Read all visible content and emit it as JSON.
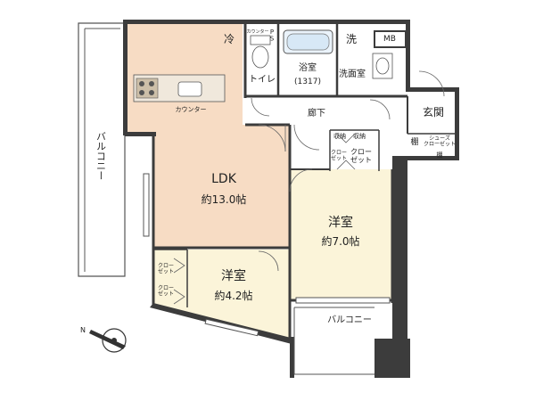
{
  "plan": {
    "rooms": {
      "ldk": {
        "name": "LDK",
        "size": "約13.0帖"
      },
      "western_a": {
        "name": "洋室",
        "size": "約7.0帖"
      },
      "western_b": {
        "name": "洋室",
        "size": "約4.2帖"
      },
      "bath": {
        "name": "浴室",
        "size": "(1317)"
      },
      "toilet": {
        "name": "トイレ"
      },
      "washroom": {
        "name": "洗面室"
      },
      "hallway": {
        "name": "廊下"
      },
      "entrance": {
        "name": "玄関"
      }
    },
    "labels": {
      "balcony_left": "バルコニー",
      "balcony_bottom": "バルコニー",
      "fridge": "冷",
      "washer": "洗",
      "mb": "MB",
      "ps": "P\nS",
      "counter_kitchen": "カウンター",
      "counter_toilet": "カウンター",
      "storage": "収納",
      "storage2": "収納",
      "closet_a": "クロー\nゼット",
      "closet_small": "クロー\nゼット",
      "closet_b1": "クロー\nゼット",
      "closet_b2": "クロー\nゼット",
      "shelf_left": "棚",
      "shelf_bottom": "棚",
      "shoe_closet": "シューズ\nクローゼット",
      "north": "N"
    },
    "colors": {
      "ldk_floor": "#f7dcc4",
      "western_floor": "#fbf4d9",
      "wet_floor": "#ffffff",
      "wall": "#3c3c3c",
      "balcony": "#ffffff"
    }
  }
}
